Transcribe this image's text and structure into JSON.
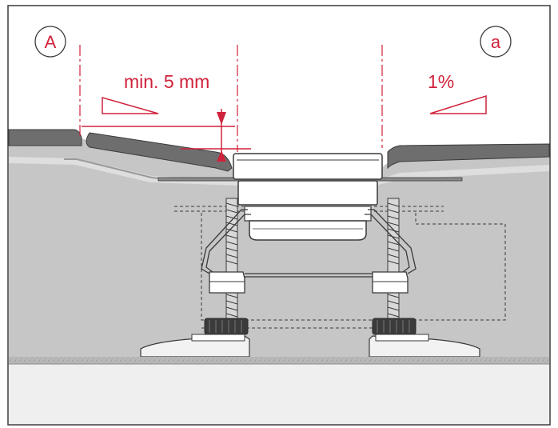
{
  "labels": {
    "marker_left": "A",
    "marker_right": "a",
    "dimension": "min. 5 mm",
    "slope": "1%"
  },
  "colors": {
    "accent": "#d0223b",
    "frame": "#3a3a3a",
    "bathroom_fill": "#c6c6c6",
    "floor_fill": "#efefef",
    "tile_dark": "#6e6e6e"
  },
  "icons": [
    "dimension-arrow-icon",
    "slope-triangle-left-icon",
    "slope-triangle-right-icon"
  ]
}
